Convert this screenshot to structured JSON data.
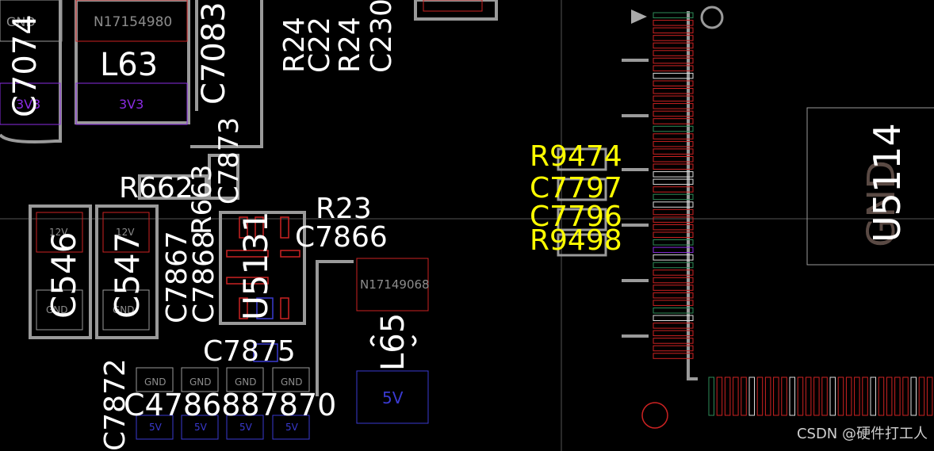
{
  "nets": {
    "n1": "N17154980",
    "n2": "N17149068",
    "v3v3": "3V3",
    "v12": "12V",
    "gnd": "GND",
    "v5": "5V"
  },
  "refs": {
    "c7074": "C7074",
    "l63": "L63",
    "c7083": "C7083",
    "r24a": "R24",
    "c22": "C22",
    "r24b": "R24",
    "c230": "C230",
    "r662": "R662",
    "r663": "R663",
    "c7873": "C7873",
    "c7867": "C7867",
    "c7868": "C7868",
    "c546": "C546",
    "c547": "C547",
    "r23": "R23",
    "c7866": "C7866",
    "u5131": "U5131",
    "c7875": "C7875",
    "l65": "L65",
    "c7872": "C7872",
    "bottom_row": "C4786887870",
    "r9474": "R9474",
    "c7797": "C7797",
    "c7796": "C7796",
    "r9498": "R9498",
    "u5114": "U5114",
    "gnd_big": "GND"
  },
  "colors": {
    "background": "#000000",
    "outline": "#9a9a9a",
    "refdes": "#ffffff",
    "highlight": "#ffff00",
    "pad_red": "#cc2222",
    "pad_green": "#2e8b57",
    "net_purple": "#8a2be2",
    "net_blue": "#3a3ad0"
  },
  "watermark": "CSDN @硬件打工人"
}
